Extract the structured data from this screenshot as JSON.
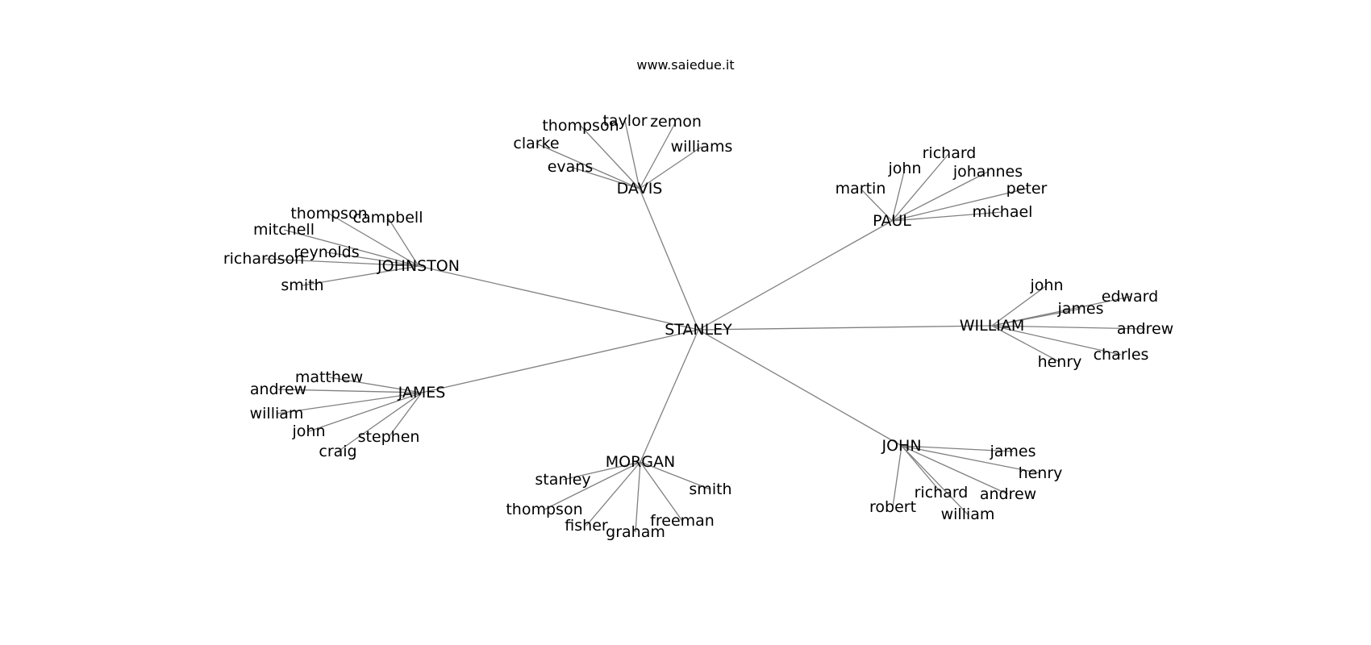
{
  "title": "www.saiedue.it",
  "edge_color": "#808080",
  "text_color": "#000000",
  "diagram": {
    "root": "STANLEY",
    "groups": [
      {
        "name": "DAVIS",
        "leaves": [
          "thompson",
          "taylor",
          "zemon",
          "clarke",
          "williams",
          "evans"
        ]
      },
      {
        "name": "PAUL",
        "leaves": [
          "richard",
          "john",
          "johannes",
          "martin",
          "peter",
          "michael"
        ]
      },
      {
        "name": "JOHNSTON",
        "leaves": [
          "thompson",
          "campbell",
          "mitchell",
          "reynolds",
          "richardson",
          "smith"
        ]
      },
      {
        "name": "WILLIAM",
        "leaves": [
          "john",
          "edward",
          "james",
          "andrew",
          "charles",
          "henry"
        ]
      },
      {
        "name": "JAMES",
        "leaves": [
          "matthew",
          "andrew",
          "william",
          "john",
          "stephen",
          "craig"
        ]
      },
      {
        "name": "MORGAN",
        "leaves": [
          "stanley",
          "smith",
          "thompson",
          "freeman",
          "fisher",
          "graham"
        ]
      },
      {
        "name": "JOHN",
        "leaves": [
          "james",
          "henry",
          "richard",
          "andrew",
          "robert",
          "william"
        ]
      }
    ]
  }
}
